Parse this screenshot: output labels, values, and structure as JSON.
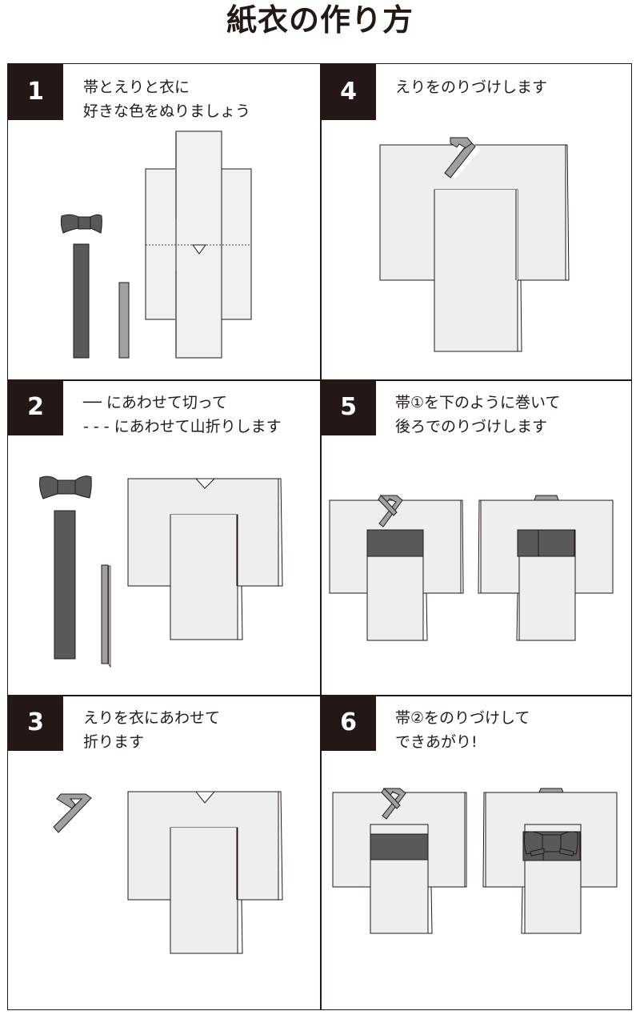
{
  "title": "紙衣の作り方",
  "colors": {
    "ink": "#231815",
    "kimono_fill": "#eeeeee",
    "obi": "#595959",
    "collar": "#a0a0a0",
    "background": "#ffffff"
  },
  "steps": [
    {
      "number": "1",
      "lines": [
        "帯とえりと衣に",
        "好きな色をぬりましょう"
      ]
    },
    {
      "number": "2",
      "lines": [
        "── にあわせて切って",
        "- - - にあわせて山折りします"
      ]
    },
    {
      "number": "3",
      "lines": [
        "えりを衣にあわせて",
        "折ります"
      ]
    },
    {
      "number": "4",
      "lines": [
        "えりをのりづけします"
      ]
    },
    {
      "number": "5",
      "lines": [
        "帯①を下のように巻いて",
        "後ろでのりづけします"
      ]
    },
    {
      "number": "6",
      "lines": [
        "帯②をのりづけして",
        "できあがり!"
      ]
    }
  ]
}
